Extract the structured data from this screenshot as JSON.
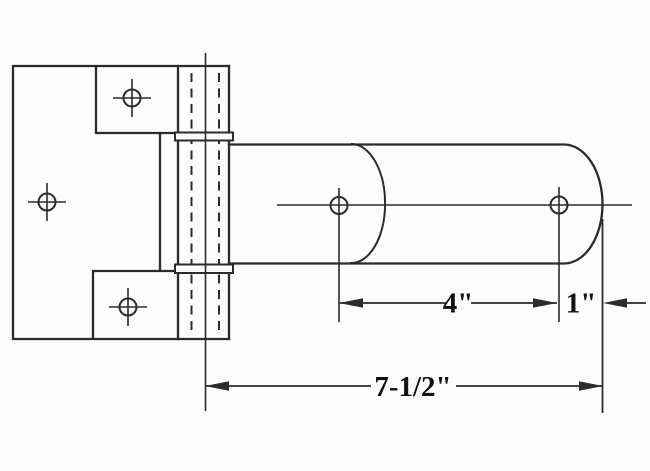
{
  "drawing": {
    "type": "t-hinge-technical-drawing",
    "dimensions": {
      "hole_spacing": "4\"",
      "end_offset": "1\"",
      "overall_length": "7-1/2\""
    }
  },
  "colors": {
    "line": "#2b2b2b",
    "text": "#111111",
    "background": "#fdfdfd"
  }
}
